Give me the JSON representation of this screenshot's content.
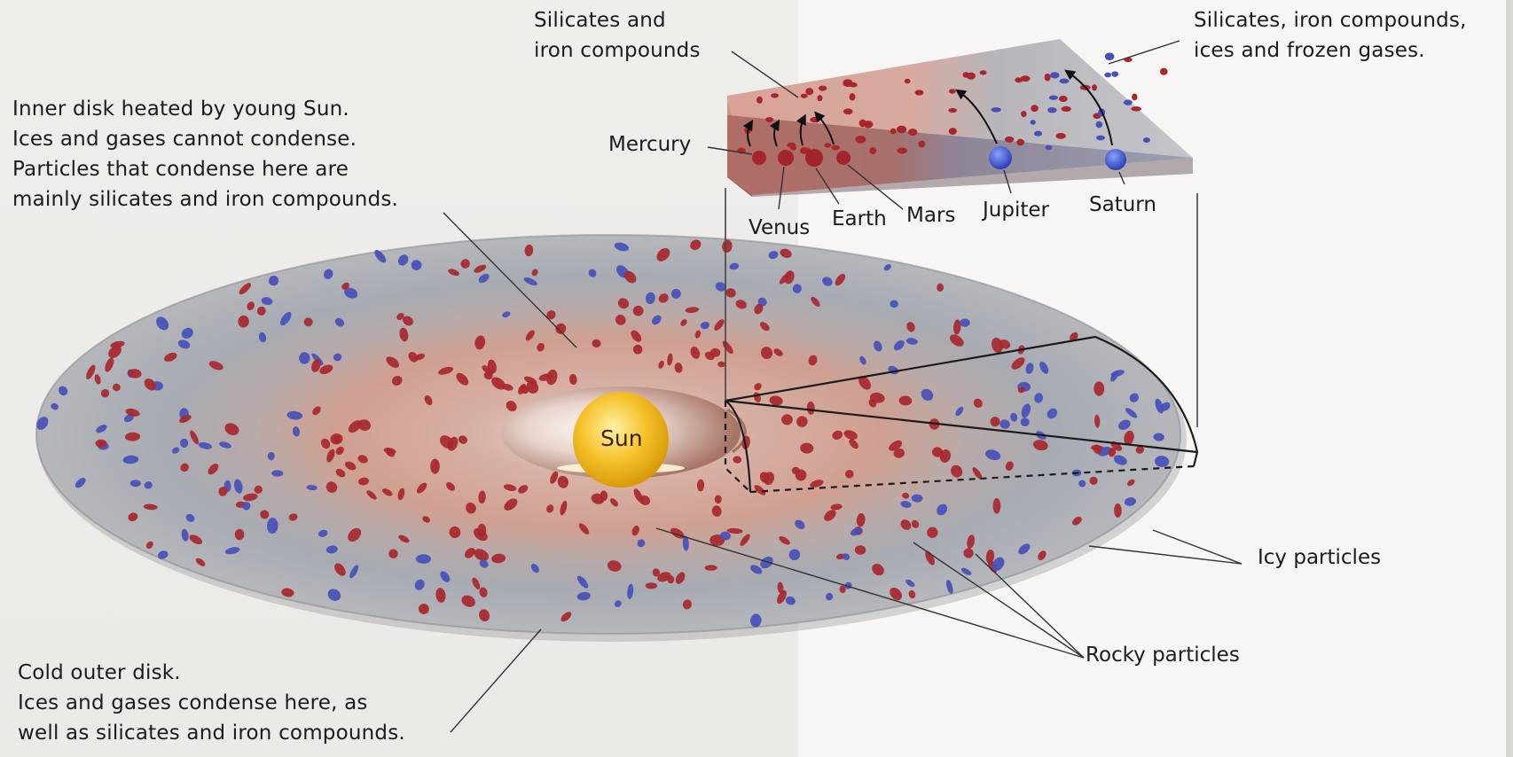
{
  "captions": {
    "inner_disk": [
      "Inner disk heated by young Sun.",
      "Ices and gases cannot condense.",
      "Particles that condense here are",
      "mainly silicates and iron compounds."
    ],
    "outer_disk": [
      "Cold outer disk.",
      "Ices and gases condense here, as",
      "well as silicates and iron compounds."
    ],
    "silicates_iron": [
      "Silicates and",
      "iron compounds"
    ],
    "silicates_ices": [
      "Silicates, iron compounds,",
      "ices and frozen gases."
    ]
  },
  "labels": {
    "mercury": "Mercury",
    "venus": "Venus",
    "earth": "Earth",
    "mars": "Mars",
    "jupiter": "Jupiter",
    "saturn": "Saturn",
    "sun": "Sun",
    "icy_particles": "Icy particles",
    "rocky_particles": "Rocky particles"
  },
  "colors": {
    "rocky_particle": "#a8272e",
    "icy_particle": "#4650b8",
    "inner_disk": "#c9968a",
    "outer_disk": "#9aa0a8",
    "sun": "#f2b519"
  }
}
